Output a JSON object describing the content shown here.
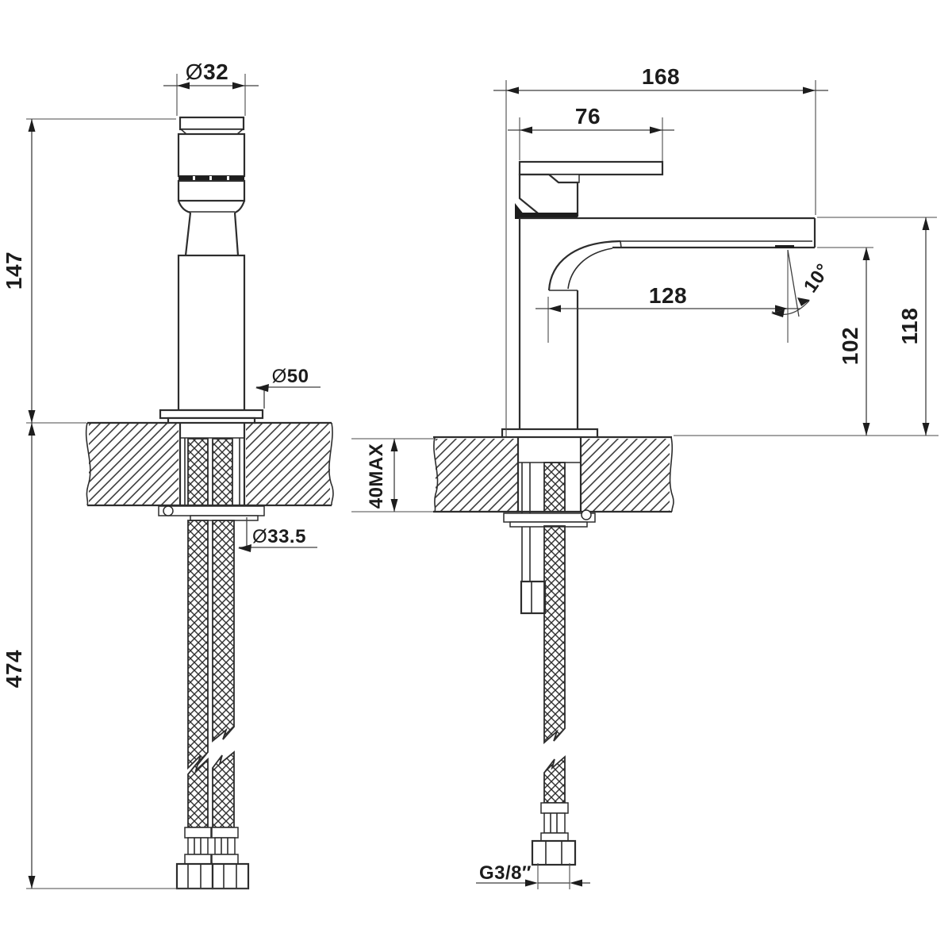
{
  "drawing": {
    "background": "#ffffff",
    "line_color": "#2d2d2d",
    "views": {
      "front": {
        "dims": {
          "top_diameter": {
            "symbol": "Ø",
            "value": "32"
          },
          "height_to_deck": "147",
          "base_diameter": {
            "symbol": "Ø",
            "value": "50"
          },
          "shank_diameter": {
            "symbol": "Ø",
            "value": "33.5"
          },
          "hose_length": "474"
        }
      },
      "side": {
        "dims": {
          "overall_depth": "168",
          "lever_length": "76",
          "spout_reach": "128",
          "aerator_angle": "10°",
          "underspout_height": "102",
          "overall_height": "118",
          "deck_thickness_max": "40MAX",
          "connection_thread": "G3/8″"
        }
      }
    }
  }
}
